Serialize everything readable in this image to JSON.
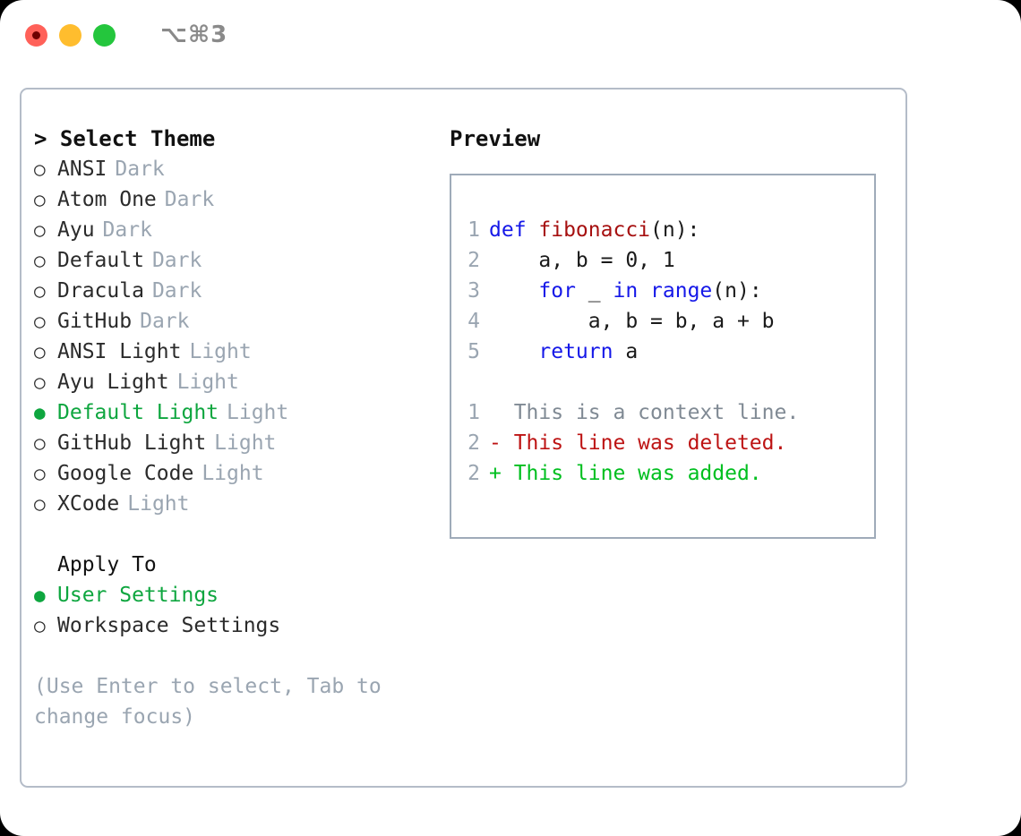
{
  "window": {
    "shortcut": "⌥⌘3",
    "traffic_lights": [
      {
        "name": "close",
        "color": "#ff6159"
      },
      {
        "name": "minimize",
        "color": "#ffbd2e"
      },
      {
        "name": "maximize",
        "color": "#24c63d"
      }
    ]
  },
  "theme_picker": {
    "header": "> Select Theme",
    "selected_marker": "●",
    "unselected_marker": "○",
    "accent_color": "#0ea63f",
    "muted_color": "#9aa5b1",
    "items": [
      {
        "label": "ANSI",
        "tag": "Dark",
        "selected": false
      },
      {
        "label": "Atom One",
        "tag": "Dark",
        "selected": false
      },
      {
        "label": "Ayu",
        "tag": "Dark",
        "selected": false
      },
      {
        "label": "Default",
        "tag": "Dark",
        "selected": false
      },
      {
        "label": "Dracula",
        "tag": "Dark",
        "selected": false
      },
      {
        "label": "GitHub",
        "tag": "Dark",
        "selected": false
      },
      {
        "label": "ANSI Light",
        "tag": "Light",
        "selected": false
      },
      {
        "label": "Ayu Light",
        "tag": "Light",
        "selected": false
      },
      {
        "label": "Default Light",
        "tag": "Light",
        "selected": true
      },
      {
        "label": "GitHub Light",
        "tag": "Light",
        "selected": false
      },
      {
        "label": "Google Code",
        "tag": "Light",
        "selected": false
      },
      {
        "label": "XCode",
        "tag": "Light",
        "selected": false
      }
    ]
  },
  "apply_to": {
    "header": "Apply To",
    "items": [
      {
        "label": "User Settings",
        "selected": true
      },
      {
        "label": "Workspace Settings",
        "selected": false
      }
    ]
  },
  "hint": "(Use Enter to select, Tab to change focus)",
  "preview": {
    "title": "Preview",
    "code_lines": [
      {
        "lineno": "1",
        "tokens": [
          {
            "text": "def ",
            "kind": "kw"
          },
          {
            "text": "fibonacci",
            "kind": "fn"
          },
          {
            "text": "(n):",
            "kind": "plain"
          }
        ]
      },
      {
        "lineno": "2",
        "tokens": [
          {
            "text": "    a, b = 0, 1",
            "kind": "plain"
          }
        ]
      },
      {
        "lineno": "3",
        "tokens": [
          {
            "text": "    ",
            "kind": "plain"
          },
          {
            "text": "for",
            "kind": "kw"
          },
          {
            "text": " _ ",
            "kind": "plain"
          },
          {
            "text": "in",
            "kind": "kw"
          },
          {
            "text": " ",
            "kind": "plain"
          },
          {
            "text": "range",
            "kind": "kw"
          },
          {
            "text": "(n):",
            "kind": "plain"
          }
        ]
      },
      {
        "lineno": "4",
        "tokens": [
          {
            "text": "        a, b = b, a + b",
            "kind": "plain"
          }
        ]
      },
      {
        "lineno": "5",
        "tokens": [
          {
            "text": "    ",
            "kind": "plain"
          },
          {
            "text": "return",
            "kind": "kw"
          },
          {
            "text": " a",
            "kind": "plain"
          }
        ]
      }
    ],
    "diff_lines": [
      {
        "lineno": "1",
        "marker": " ",
        "text": " This is a context line.",
        "kind": "context"
      },
      {
        "lineno": "2",
        "marker": "-",
        "text": " This line was deleted.",
        "kind": "del"
      },
      {
        "lineno": "2",
        "marker": "+",
        "text": " This line was added.",
        "kind": "add"
      }
    ],
    "colors": {
      "keyword": "#1518e8",
      "function": "#a61010",
      "plain": "#1a1a1a",
      "lineno": "#9aa5b1",
      "diff_context": "#808a94",
      "diff_deleted": "#bd1414",
      "diff_added": "#00bf1f"
    }
  }
}
